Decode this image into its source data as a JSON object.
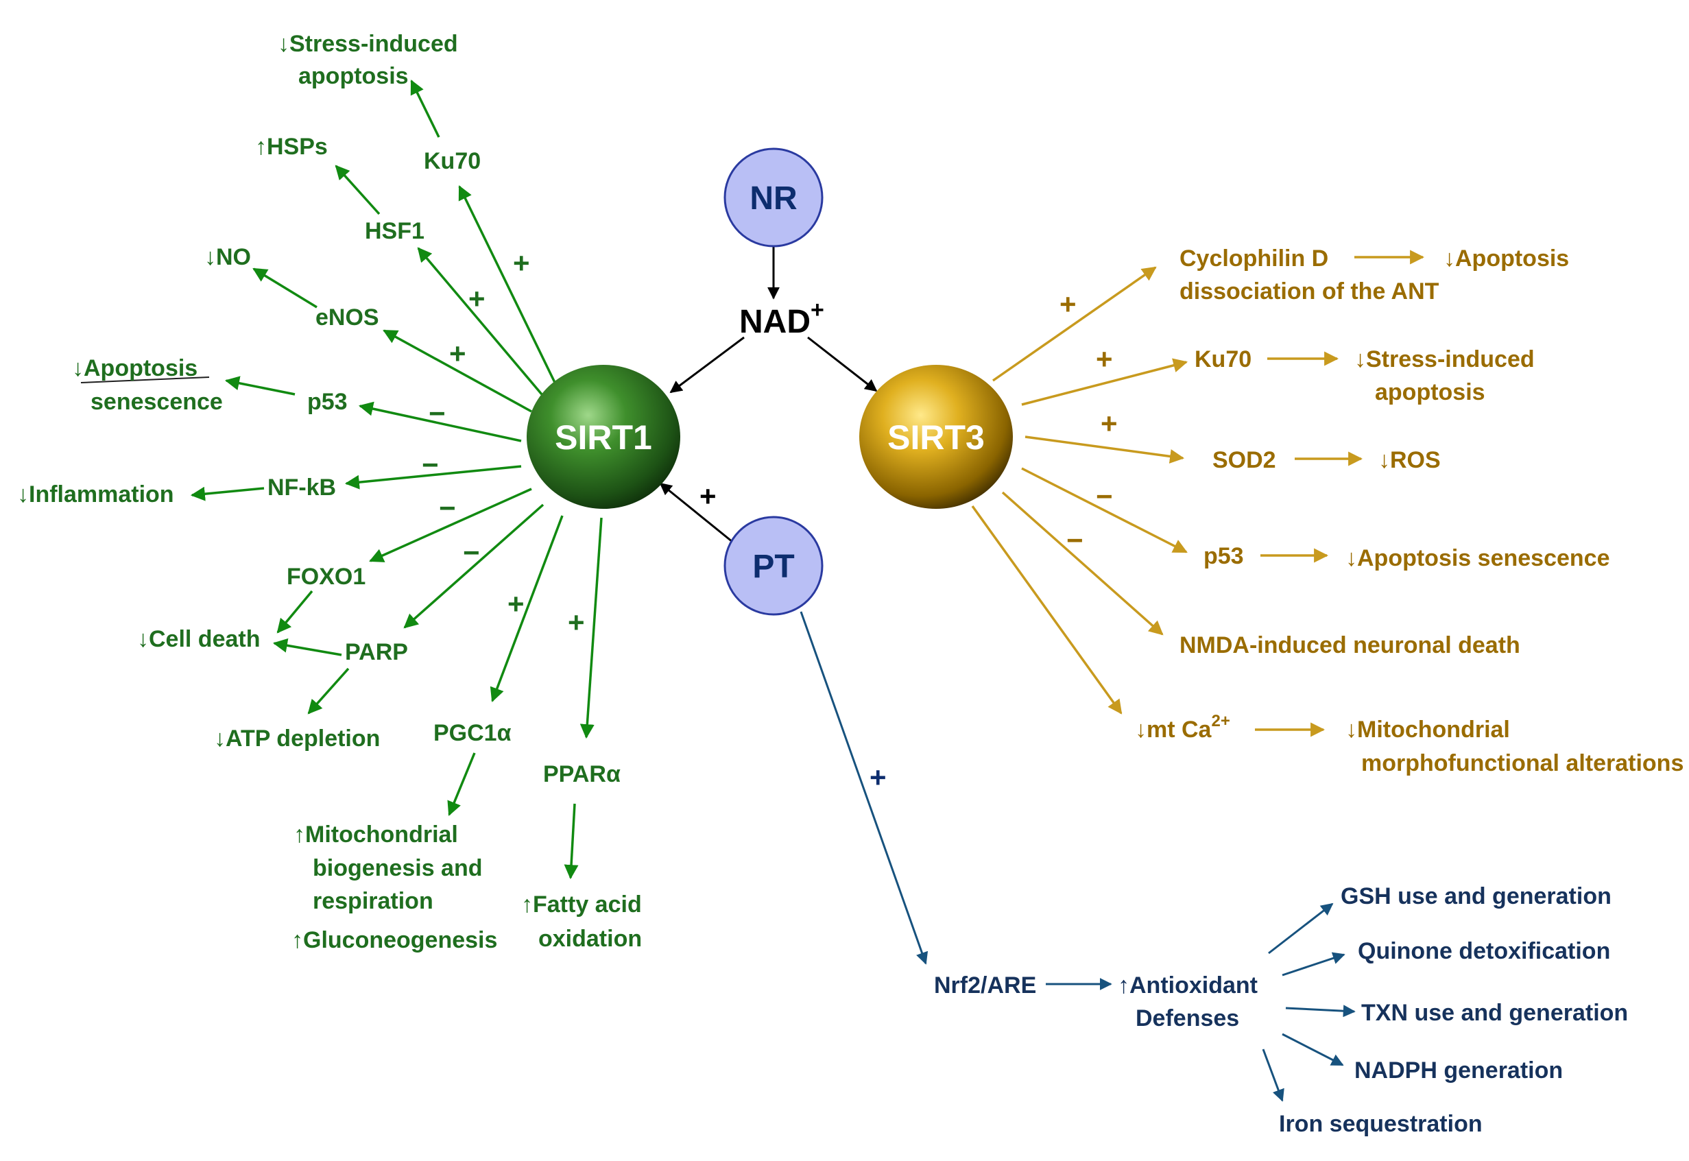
{
  "nodes": {
    "nr": "NR",
    "nad": "NAD",
    "nad_sup": "+",
    "sirt1": "SIRT1",
    "sirt3": "SIRT3",
    "pt": "PT"
  },
  "sirt1_targets": {
    "ku70": "Ku70",
    "stress_apoptosis_1": "↓Stress-induced",
    "stress_apoptosis_2": "apoptosis",
    "hsf1": "HSF1",
    "hsps": "↑HSPs",
    "enos": "eNOS",
    "no": "↓NO",
    "p53": "p53",
    "apoptosis": "↓Apoptosis",
    "senescence": "senescence",
    "nfkb": "NF-kB",
    "inflammation": "↓Inflammation",
    "foxo1": "FOXO1",
    "cell_death": "↓Cell death",
    "parp": "PARP",
    "atp_depletion": "↓ATP depletion",
    "pgc1a": "PGC1α",
    "mito_1": "↑Mitochondrial",
    "mito_2": "biogenesis and",
    "mito_3": "respiration",
    "gluconeo": "↑Gluconeogenesis",
    "ppara": "PPARα",
    "fatty_1": "↑Fatty acid",
    "fatty_2": "oxidation"
  },
  "sirt3_targets": {
    "cyclophilin_1": "Cyclophilin D",
    "cyclophilin_2": "dissociation of the ANT",
    "apoptosis": "↓Apoptosis",
    "ku70": "Ku70",
    "stress_1": "↓Stress-induced",
    "stress_2": "apoptosis",
    "sod2": "SOD2",
    "ros": "↓ROS",
    "p53": "p53",
    "apoptosis_senescence": "↓Apoptosis senescence",
    "nmda": "NMDA-induced neuronal death",
    "mtca": "↓mt Ca",
    "mtca_sup": "2+",
    "mito_1": "↓Mitochondrial",
    "mito_2": "morphofunctional alterations"
  },
  "pt_pathway": {
    "nrf2": "Nrf2/ARE",
    "antiox_1": "↑Antioxidant",
    "antiox_2": "Defenses",
    "gsh": "GSH use and generation",
    "quinone": "Quinone detoxification",
    "txn": "TXN use and generation",
    "nadph": "NADPH generation",
    "iron": "Iron sequestration"
  },
  "signs": {
    "plus": "+",
    "minus": "−"
  },
  "colors": {
    "sirt1": "#118a11",
    "sirt3": "#c89a1e",
    "pt": "#17527e",
    "node_fill": "#b9bff5",
    "node_stroke": "#2a3aa0"
  }
}
